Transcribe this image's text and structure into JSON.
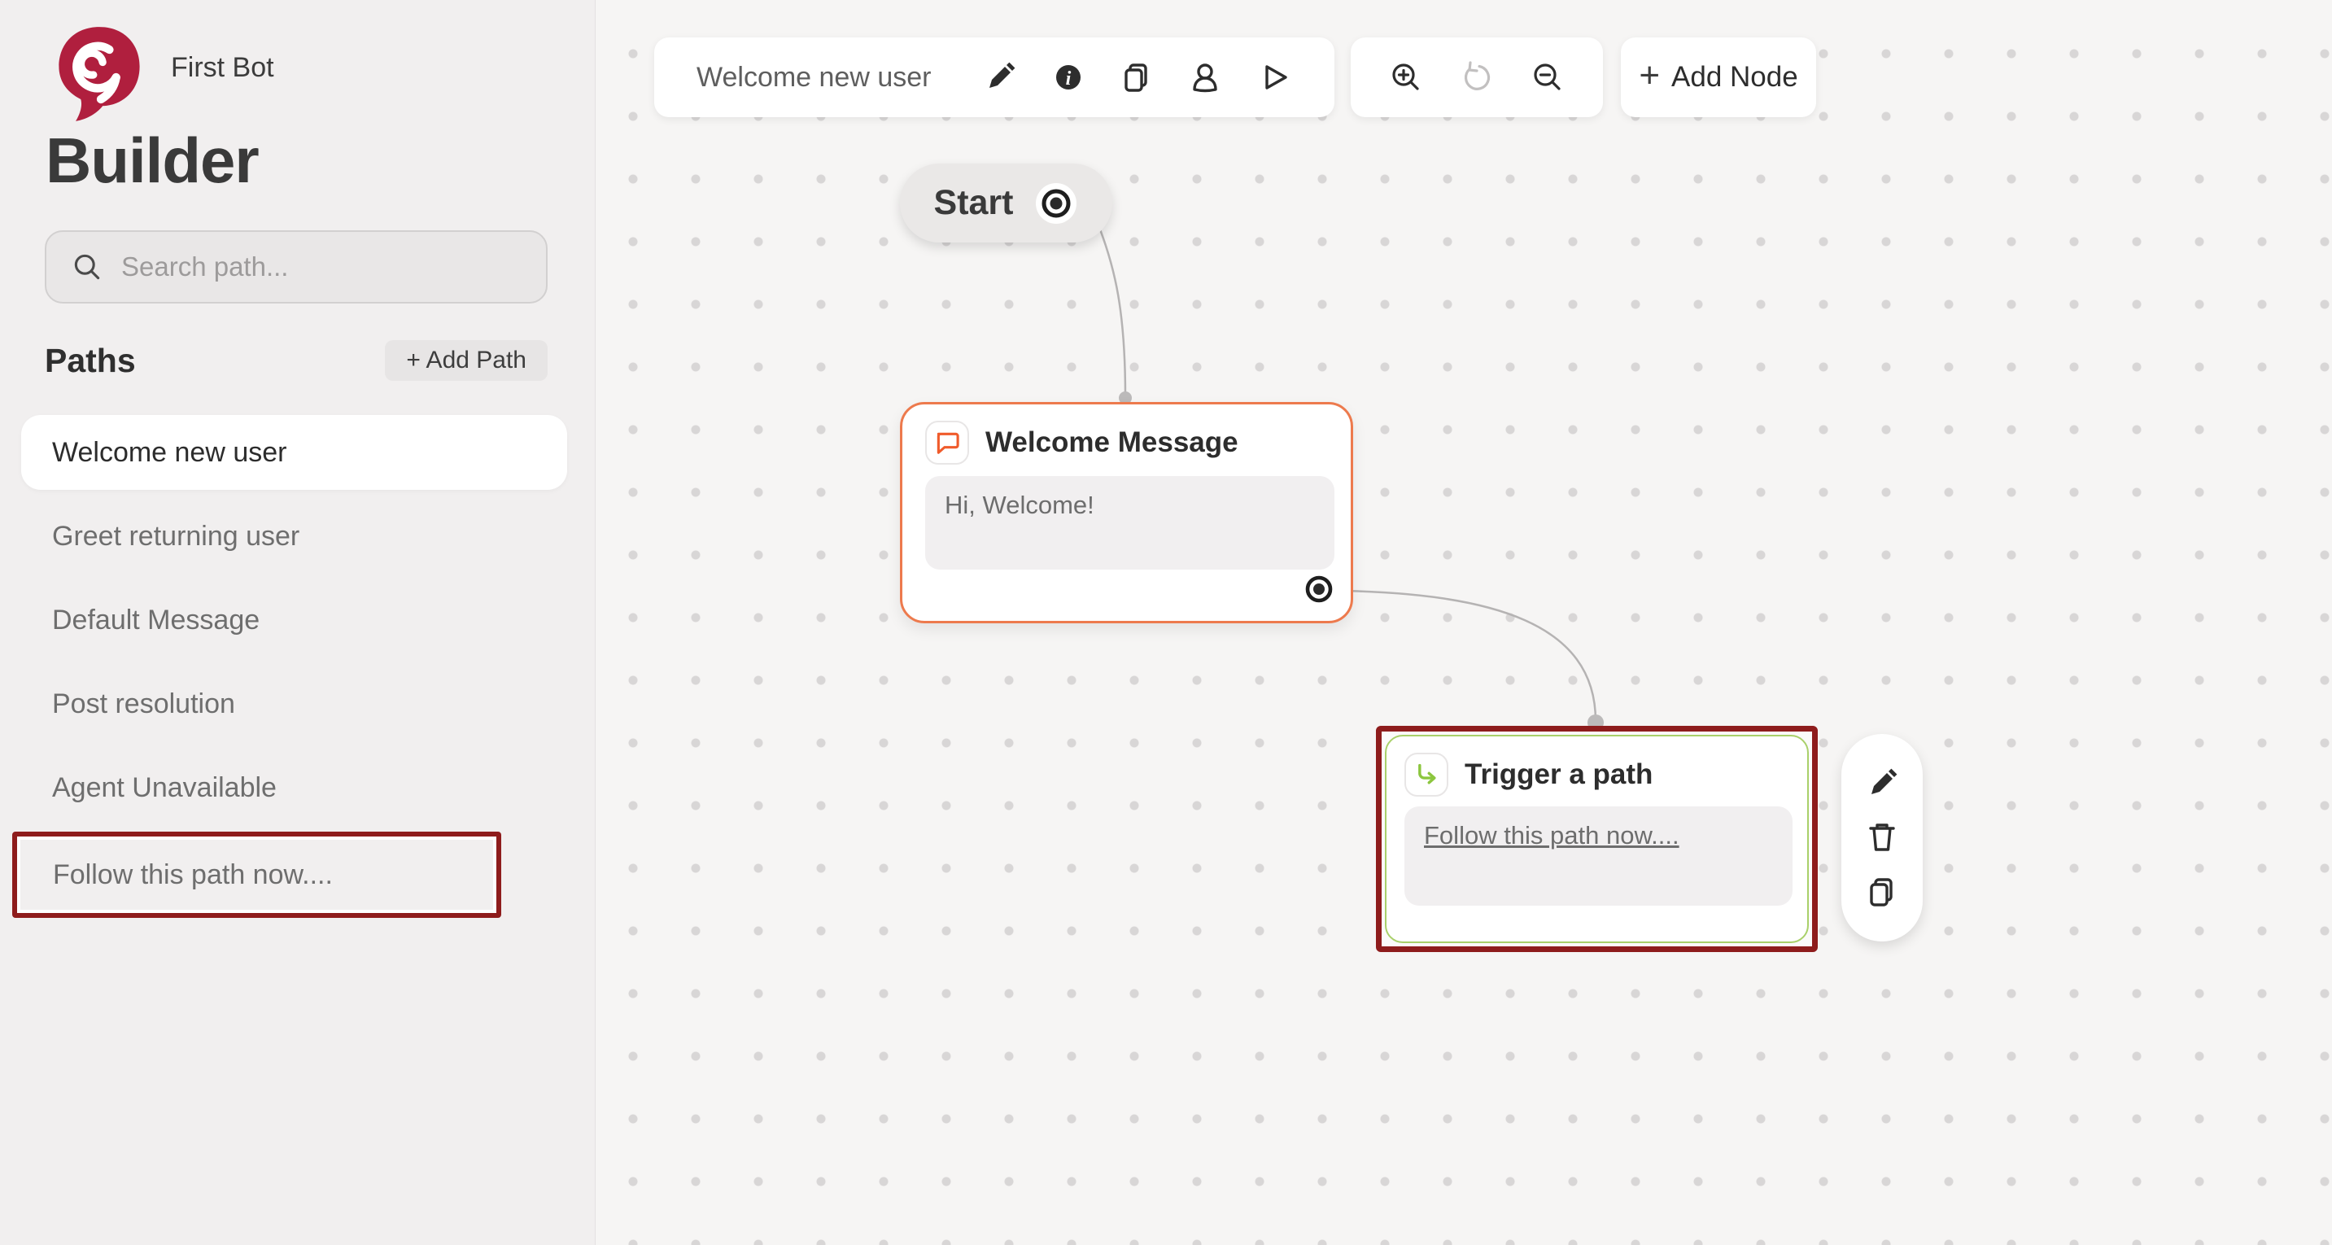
{
  "sidebar": {
    "bot_name": "First Bot",
    "title": "Builder",
    "search_placeholder": "Search path...",
    "paths_label": "Paths",
    "add_path_label": "+ Add Path",
    "items": [
      {
        "label": "Welcome new user",
        "state": "selected"
      },
      {
        "label": "Greet returning user",
        "state": "default"
      },
      {
        "label": "Default Message",
        "state": "default"
      },
      {
        "label": "Post resolution",
        "state": "default"
      },
      {
        "label": "Agent Unavailable",
        "state": "default"
      },
      {
        "label": "Follow this path now....",
        "state": "highlighted"
      }
    ]
  },
  "toolbar": {
    "path_name": "Welcome new user",
    "icons": [
      "edit",
      "info",
      "duplicate",
      "user",
      "play"
    ]
  },
  "zoom_controls": {
    "icons": [
      "zoom-in",
      "reset",
      "zoom-out"
    ],
    "reset_disabled": true
  },
  "add_node": {
    "plus": "+",
    "label": "Add Node"
  },
  "canvas": {
    "start_node": {
      "label": "Start"
    },
    "message_node": {
      "title": "Welcome Message",
      "body": "Hi, Welcome!"
    },
    "trigger_node": {
      "title": "Trigger a path",
      "link_text": "Follow this path now....",
      "selected": true
    },
    "node_actions": [
      "edit",
      "delete",
      "duplicate"
    ]
  },
  "colors": {
    "brand_crimson": "#b01f3e",
    "highlight_red": "#8e1c1c",
    "node_orange_border": "#ed7a4d",
    "chat_icon_orange": "#f05b2b",
    "trigger_green_border": "#a9d06a",
    "trigger_icon_green": "#8cc63f",
    "sidebar_bg": "#f1efef",
    "canvas_bg": "#f6f5f4",
    "canvas_dot": "#d8d6d6"
  }
}
